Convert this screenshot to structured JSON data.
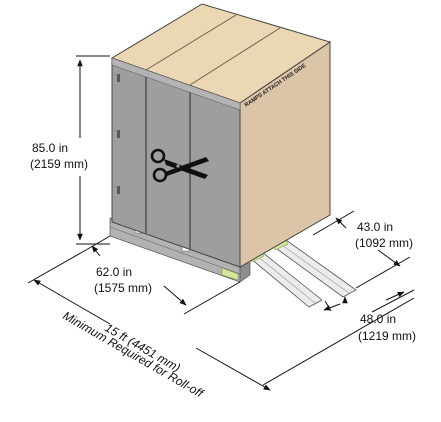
{
  "dimensions": {
    "height": {
      "imperial": "85.0 in",
      "metric": "(2159 mm)"
    },
    "depth": {
      "imperial": "62.0 in",
      "metric": "(1575 mm)"
    },
    "ramp_width": {
      "imperial": "43.0 in",
      "metric": "(1092 mm)"
    },
    "ramp_length": {
      "imperial": "48.0 in",
      "metric": "(1219 mm)"
    },
    "rolloff": {
      "distance": "15 ft (4451 mm)",
      "caption": "Minimum Required for Roll-off"
    }
  },
  "carton_text": "RAMPS ATTACH THIS SIDE",
  "icons": {
    "cut_here": "scissors-icon"
  },
  "colors": {
    "carton_top": "#ecd7b4",
    "carton_side": "#dbc4a8",
    "cabinet_front": "#9d9d9d",
    "pallet": "#b0b0b0",
    "ramp": "#ececec",
    "ramp_pad": "#d5e79a"
  }
}
